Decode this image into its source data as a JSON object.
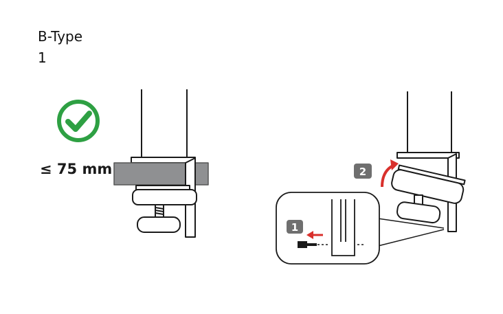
{
  "header": {
    "type_label": "B-Type",
    "step_number": "1"
  },
  "left_panel": {
    "check_icon": "check-circle-icon",
    "dimension_label": "≤ 75 mm"
  },
  "right_panel": {
    "badge_step_1": "1",
    "badge_step_2": "2"
  },
  "colors": {
    "check_green": "#2ea043",
    "desk_gray": "#8f9092",
    "badge_gray": "#6f6f6f",
    "arrow_red": "#d9302c",
    "line_dark": "#1a1a1a"
  }
}
